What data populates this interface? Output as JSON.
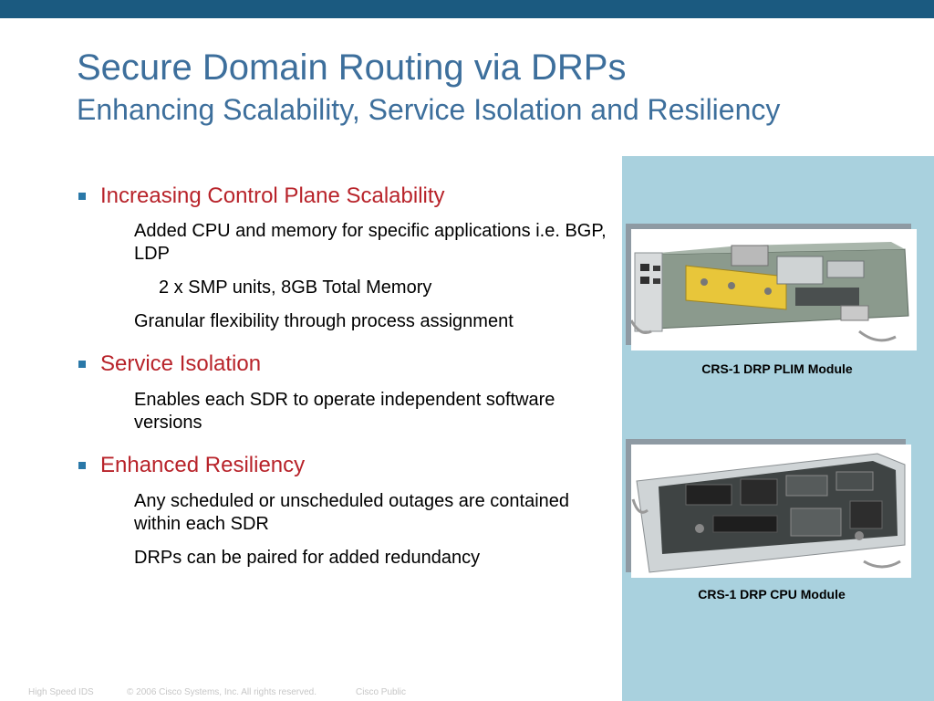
{
  "slide": {
    "title": "Secure Domain Routing via DRPs",
    "subtitle": "Enhancing Scalability, Service Isolation and Resiliency"
  },
  "bullets": {
    "b1": "Increasing Control Plane Scalability",
    "b1_s1": "Added CPU and memory for specific applications i.e. BGP, LDP",
    "b1_s1_sub": "2 x SMP units, 8GB Total Memory",
    "b1_s2": "Granular flexibility through process assignment",
    "b2": "Service Isolation",
    "b2_s1": "Enables each SDR to operate independent software versions",
    "b3": "Enhanced Resiliency",
    "b3_s1": "Any scheduled or unscheduled outages are contained within each SDR",
    "b3_s2": "DRPs can be paired for added redundancy"
  },
  "images": {
    "plim_caption": "CRS-1 DRP PLIM Module",
    "cpu_caption": "CRS-1 DRP CPU Module"
  },
  "footer": {
    "left": "High Speed IDS",
    "copyright": "© 2006 Cisco Systems, Inc. All rights reserved.",
    "classification": "Cisco Public"
  },
  "colors": {
    "bar": "#1b5a80",
    "title": "#3d6f9c",
    "bullet_heading": "#b8232a",
    "panel": "#a9d1de"
  }
}
